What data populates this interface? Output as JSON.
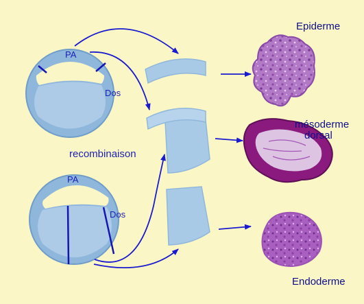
{
  "labels": {
    "pa_top": "PA",
    "dos_top": "Dos",
    "pa_bottom": "PA",
    "dos_bottom": "Dos",
    "recombinaison": "recombinaison",
    "epiderme": "Epiderme",
    "mesoderme_line1": "mésoderme",
    "mesoderme_line2": "dorsal",
    "endoderme": "Endoderme"
  },
  "colors": {
    "background": "#fbf6c6",
    "embryo_fill": "#a9cae6",
    "embryo_dark": "#6f9cc8",
    "embryo_light": "#d4e6f5",
    "arrow": "#1a1ad0",
    "cut_line": "#1515b0",
    "tissue_pink": "#b06ac4",
    "tissue_magenta": "#8a1a7e",
    "text": "#1b1fb3"
  }
}
